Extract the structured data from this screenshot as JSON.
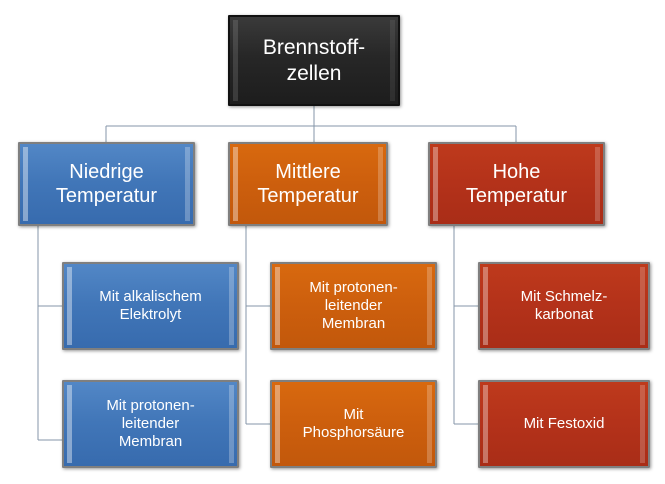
{
  "diagram": {
    "type": "hierarchy-org-chart",
    "language": "de",
    "title_text": "Brennstoff-\nzellen",
    "connector_color": "#8496a8",
    "palette": {
      "root": "#272727",
      "blue": "#4176b8",
      "orange": "#cd5f0d",
      "red": "#b4321a",
      "text": "#ffffff",
      "background": "#ffffff"
    },
    "root": {
      "label": "Brennstoff-\nzellen",
      "color": "#272727"
    },
    "branches": [
      {
        "label": "Niedrige\nTemperatur",
        "color": "#4176b8",
        "children": [
          {
            "label": "Mit alkalischem\nElektrolyt"
          },
          {
            "label": "Mit protonen-\nleitender\nMembran"
          }
        ]
      },
      {
        "label": "Mittlere\nTemperatur",
        "color": "#cd5f0d",
        "children": [
          {
            "label": "Mit protonen-\nleitender\nMembran"
          },
          {
            "label": "Mit\nPhosphorsäure"
          }
        ]
      },
      {
        "label": "Hohe\nTemperatur",
        "color": "#b4321a",
        "children": [
          {
            "label": "Mit Schmelz-\nkarbonat"
          },
          {
            "label": "Mit Festoxid"
          }
        ]
      }
    ]
  }
}
